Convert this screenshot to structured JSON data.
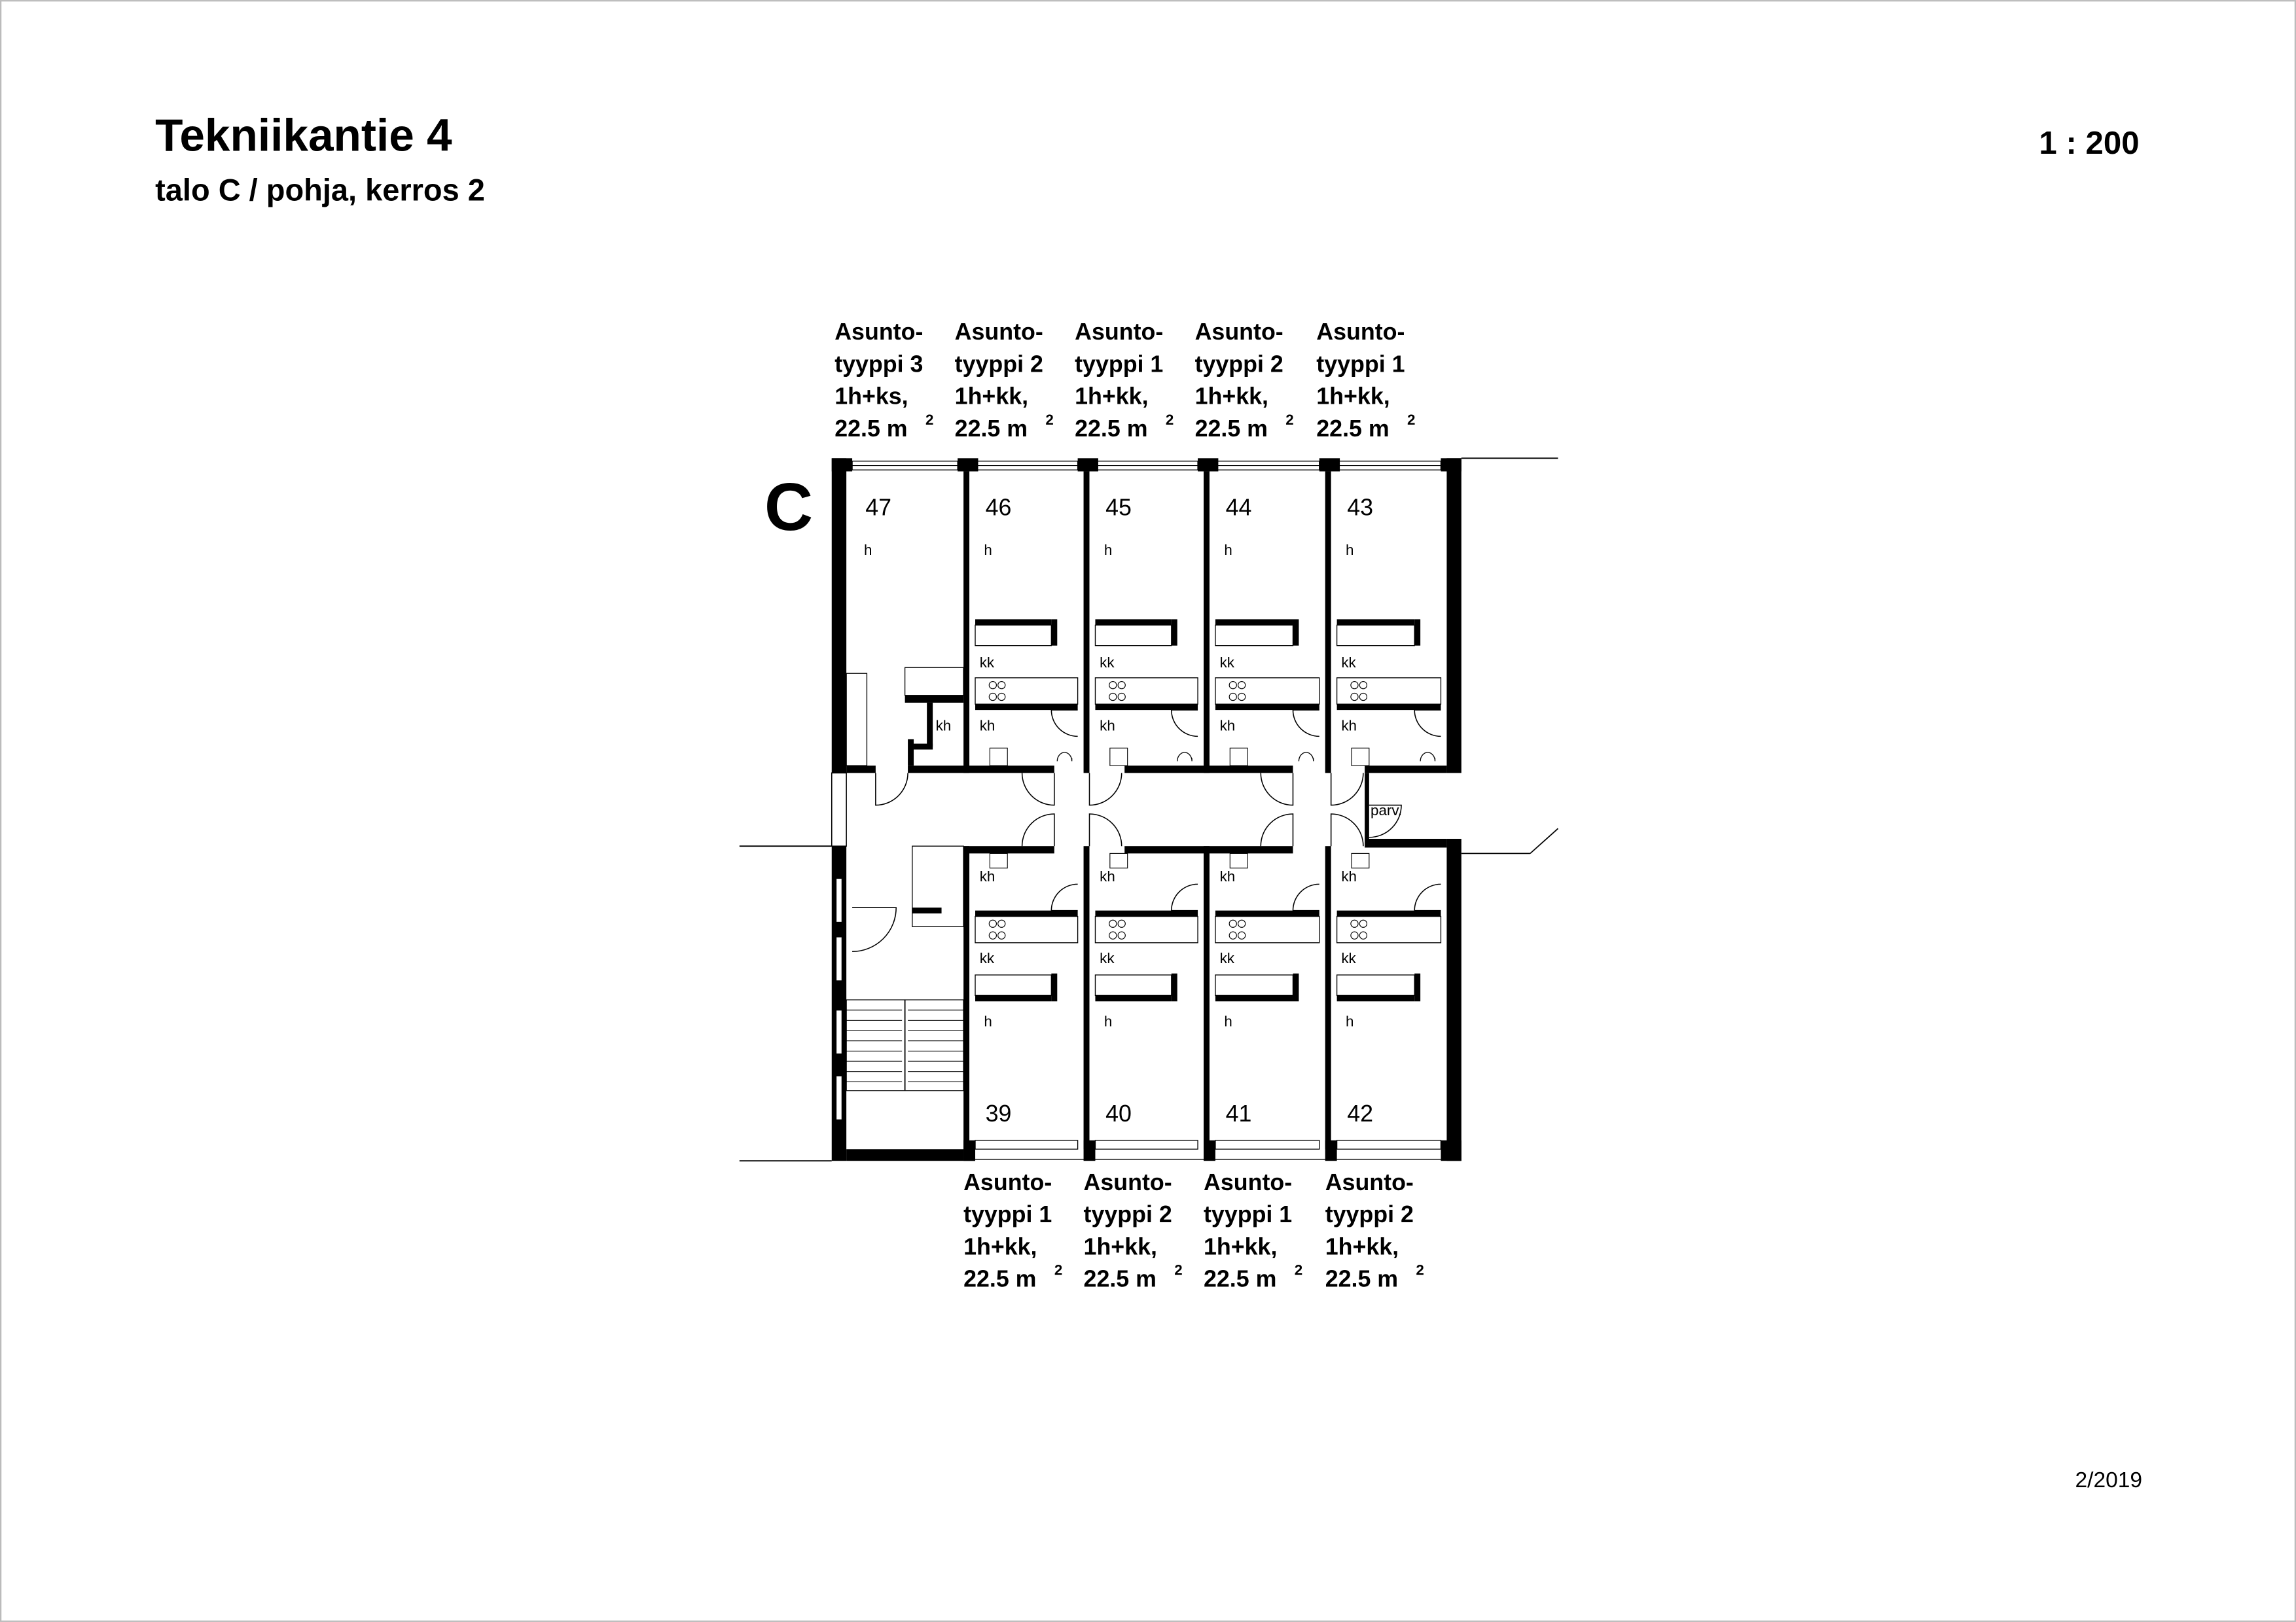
{
  "header": {
    "title": "Tekniikantie 4",
    "subtitle": "talo C / pohja, kerros 2",
    "scale": "1 : 200"
  },
  "footer": {
    "date": "2/2019"
  },
  "building_letter": "C",
  "rooms": {
    "living": "h",
    "kitchen": "kk",
    "bathroom": "kh",
    "balcony": "parv."
  },
  "top_units": [
    {
      "number": "47",
      "line1": "Asunto-",
      "line2": "tyyppi 3",
      "line3": "1h+ks,",
      "area": "22.5 m",
      "area_sup": "2"
    },
    {
      "number": "46",
      "line1": "Asunto-",
      "line2": "tyyppi 2",
      "line3": "1h+kk,",
      "area": "22.5 m",
      "area_sup": "2"
    },
    {
      "number": "45",
      "line1": "Asunto-",
      "line2": "tyyppi 1",
      "line3": "1h+kk,",
      "area": "22.5 m",
      "area_sup": "2"
    },
    {
      "number": "44",
      "line1": "Asunto-",
      "line2": "tyyppi 2",
      "line3": "1h+kk,",
      "area": "22.5 m",
      "area_sup": "2"
    },
    {
      "number": "43",
      "line1": "Asunto-",
      "line2": "tyyppi 1",
      "line3": "1h+kk,",
      "area": "22.5 m",
      "area_sup": "2"
    }
  ],
  "bottom_units": [
    {
      "number": "39",
      "line1": "Asunto-",
      "line2": "tyyppi 1",
      "line3": "1h+kk,",
      "area": "22.5 m",
      "area_sup": "2"
    },
    {
      "number": "40",
      "line1": "Asunto-",
      "line2": "tyyppi 2",
      "line3": "1h+kk,",
      "area": "22.5 m",
      "area_sup": "2"
    },
    {
      "number": "41",
      "line1": "Asunto-",
      "line2": "tyyppi 1",
      "line3": "1h+kk,",
      "area": "22.5 m",
      "area_sup": "2"
    },
    {
      "number": "42",
      "line1": "Asunto-",
      "line2": "tyyppi 2",
      "line3": "1h+kk,",
      "area": "22.5 m",
      "area_sup": "2"
    }
  ]
}
